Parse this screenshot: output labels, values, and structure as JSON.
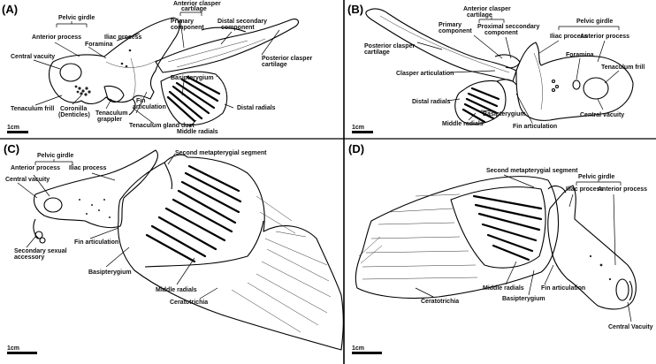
{
  "panels": {
    "A": {
      "panel_label": "(A)",
      "labels": {
        "pelvic_girdle": "Pelvic girdle",
        "anterior_process": "Anterior process",
        "iliac_process": "Iliac process",
        "foramina": "Foramina",
        "central_vacuity": "Central vacuity",
        "anterior_clasper_cartilage_1": "Anterior clasper",
        "anterior_clasper_cartilage_2": "cartilage",
        "primary_component_1": "Primary",
        "primary_component_2": "component",
        "distal_secondary_1": "Distal secondary",
        "distal_secondary_2": "component",
        "basipterygium": "Basipterygium",
        "posterior_clasper_1": "Posterior clasper",
        "posterior_clasper_2": "cartilage",
        "fin_articulation_1": "Fin",
        "fin_articulation_2": "articulation",
        "distal_radials": "Distal radials",
        "middle_radials": "Middle radials",
        "tenaculum_frill": "Tenaculum frill",
        "coronilla_1": "Coronilla",
        "coronilla_2": "(Denticles)",
        "tenaculum_grappler_1": "Tenaculum",
        "tenaculum_grappler_2": "grappler",
        "tenaculum_gland_duct": "Tenaculum gland duct"
      },
      "scale": "1cm"
    },
    "B": {
      "panel_label": "(B)",
      "labels": {
        "anterior_clasper_cartilage_1": "Anterior clasper",
        "anterior_clasper_cartilage_2": "cartilage",
        "primary_component_1": "Primary",
        "primary_component_2": "component",
        "proximal_secondary_1": "Proximal seccondary",
        "proximal_secondary_2": "component",
        "pelvic_girdle": "Pelvic girdle",
        "iliac_process": "Iliac process",
        "anterior_process": "Anterior process",
        "posterior_clasper_1": "Posterior clasper",
        "posterior_clasper_2": "cartilage",
        "foramina": "Foramina",
        "tenaculum_frill": "Tenaculum frill",
        "clasper_articulation": "Clasper articulation",
        "central_vacuity": "Central vacuity",
        "distal_radials": "Distal radials",
        "basipterygium": "Basipterygium",
        "middle_radials": "Middle radials",
        "fin_articulation": "Fin articulation"
      },
      "scale": "1cm"
    },
    "C": {
      "panel_label": "(C)",
      "labels": {
        "pelvic_girdle": "Pelvic girdle",
        "anterior_process": "Anterior process",
        "iliac_process": "Iliac process",
        "central_vacuity": "Central vacuity",
        "second_metapterygial": "Second metapterygial segment",
        "fin_articulation": "Fin articulation",
        "secondary_sexual_1": "Secondary sexual",
        "secondary_sexual_2": "accessory",
        "basipterygium": "Basipterygium",
        "middle_radials": "Middle radials",
        "ceratotrichia": "Ceratotrichia"
      },
      "scale": "1cm"
    },
    "D": {
      "panel_label": "(D)",
      "labels": {
        "second_metapterygial": "Second metapterygial segment",
        "pelvic_girdle": "Pelvic girdle",
        "iliac_process": "Iliac process",
        "anterior_process": "Anterior process",
        "middle_radials": "Middle radials",
        "fin_articulation": "Fin articulation",
        "basipterygium": "Basipterygium",
        "ceratotrichia": "Ceratotrichia",
        "central_vacuity": "Central Vacuity"
      },
      "scale": "1cm"
    }
  }
}
